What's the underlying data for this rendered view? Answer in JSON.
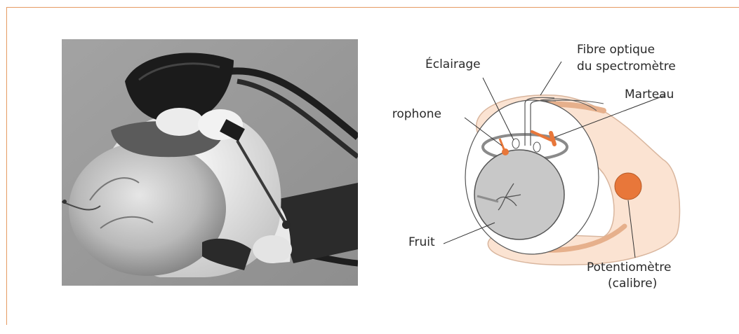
{
  "labels": {
    "eclairage": "Éclairage",
    "fibre_line1": "Fibre optique",
    "fibre_line2": "du spectromètre",
    "microphone": "Microphone",
    "marteau": "Marteau",
    "fruit": "Fruit",
    "potentiometre_line1": "Potentiomètre",
    "potentiometre_line2": "(calibre)"
  },
  "colors": {
    "frame": "#e59a62",
    "accent_orange": "#e8773a",
    "hand_fill": "#fbe3d2",
    "hand_stroke": "#d9b69e",
    "fruit_fill": "#c8c8c8",
    "photo_bg": "#9a9a9a"
  }
}
